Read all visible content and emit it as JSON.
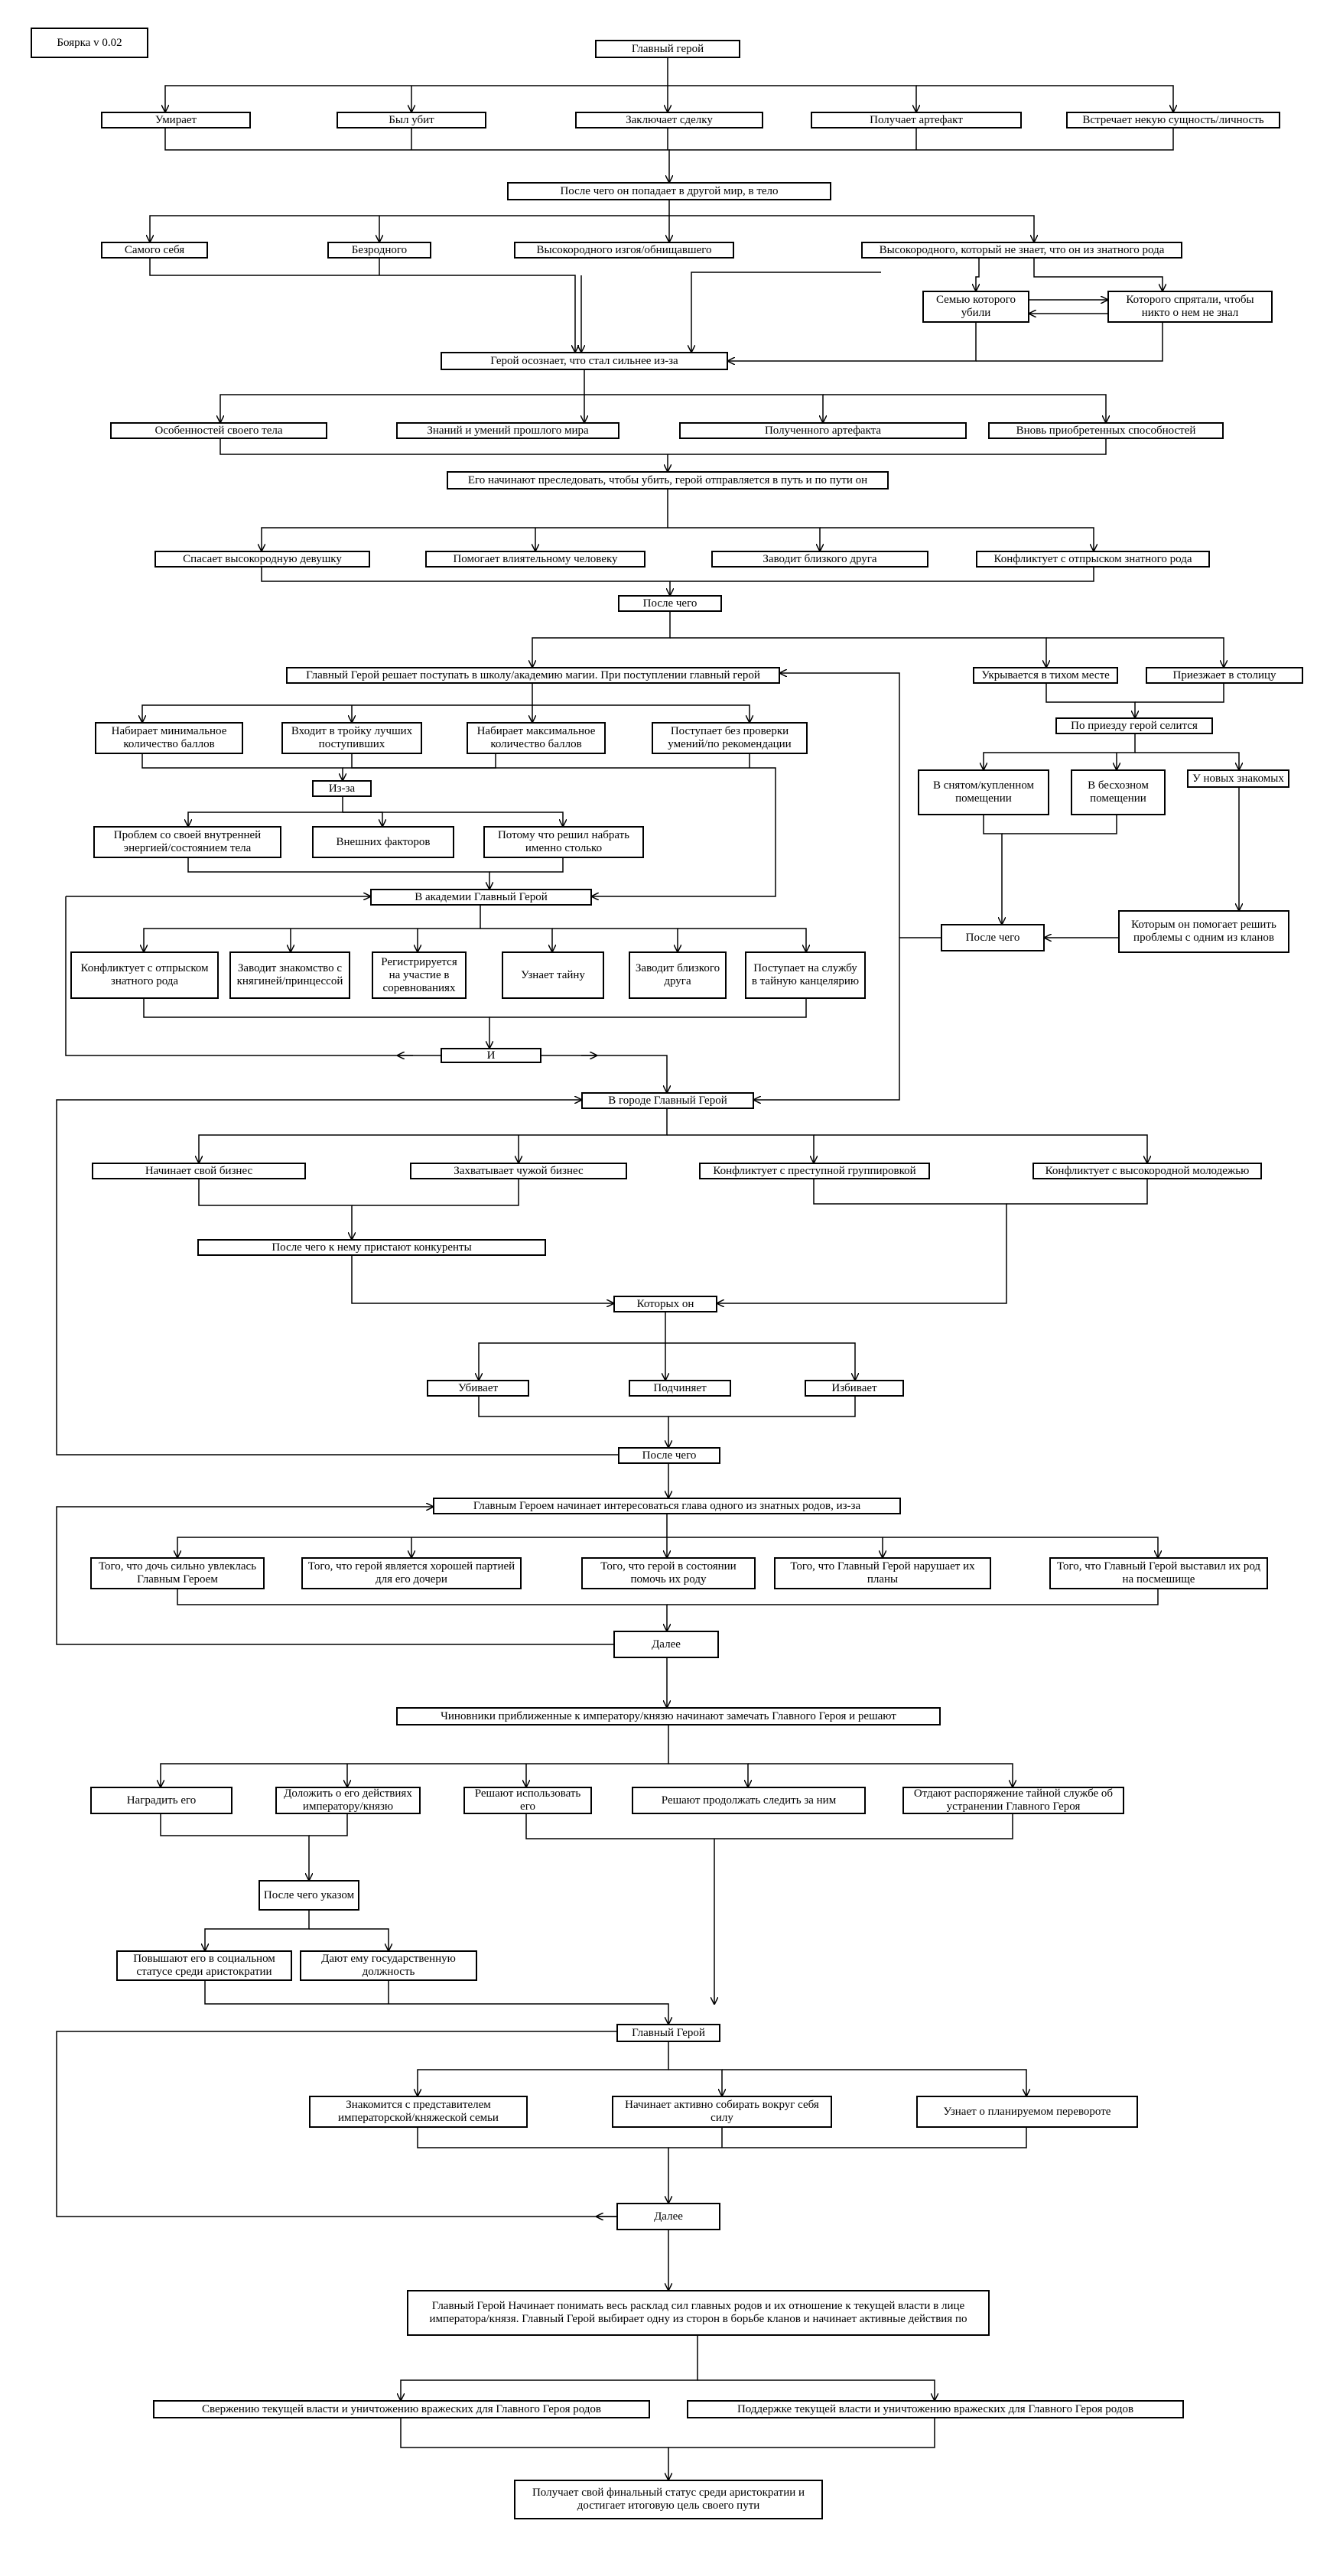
{
  "version": "Боярка v 0.02",
  "nodes": {
    "hero": "Главный герой",
    "dies": "Умирает",
    "killed": "Был убит",
    "deal": "Заключает сделку",
    "artifact_get": "Получает артефакт",
    "entity": "Встречает некую сущность/личность",
    "other_world": "После чего он попадает в другой мир, в тело",
    "self": "Самого себя",
    "rootless": "Безродного",
    "noble_outcast": "Высокородного изгоя/обнищавшего",
    "noble_unaware": "Высокородного, который не знает, что он из знатного рода",
    "family_killed": "Семью которого убили",
    "hidden": "Которого спрятали, чтобы никто о нем не знал",
    "stronger": "Герой осознает, что стал сильнее из-за",
    "body": "Особенностей своего тела",
    "knowledge": "Знаний и умений прошлого мира",
    "artifact_received": "Полученного артефакта",
    "new_abilities": "Вновь приобретенных способностей",
    "pursued": "Его начинают преследовать, чтобы убить, герой отправляется в путь и по пути он",
    "saves_girl": "Спасает высокородную девушку",
    "helps_person": "Помогает влиятельному человеку",
    "makes_friend_1": "Заводит близкого друга",
    "conflict_noble_1": "Конфликтует с отпрыском знатного рода",
    "after_1": "После чего",
    "academy_enroll": "Главный Герой решает поступать в школу/академию магии. При поступлении главный герой",
    "hides_quiet": "Укрывается в тихом месте",
    "arrives_capital": "Приезжает в столицу",
    "arrival_settles": "По приезду герой селится",
    "rented": "В снятом/купленном помещении",
    "free_room": "В бесхозном помещении",
    "new_friends": "У новых знакомых",
    "helps_clan": "Которым он помогает решить проблемы с одним из кланов",
    "after_side": "После чего",
    "min_score": "Набирает минимальное количество баллов",
    "top_three": "Входит в тройку лучших поступивших",
    "max_score": "Набирает максимальное количество баллов",
    "no_check": "Поступает без проверки умений/по рекомендации",
    "because": "Из-за",
    "inner_energy": "Проблем со своей внутренней энергией/состоянием тела",
    "external": "Внешних факторов",
    "chose_score": "Потому что решил набрать именно столько",
    "in_academy": "В академии Главный Герой",
    "conflict_noble_2": "Конфликтует с отпрыском знатного рода",
    "meets_princess": "Заводит знакомство с княгиней/принцессой",
    "registers": "Регистрируется на участие в соревнованиях",
    "learns_secret": "Узнает тайну",
    "makes_friend_2": "Заводит близкого друга",
    "secret_service": "Поступает на службу в тайную канцелярию",
    "and": "И",
    "in_city": "В городе Главный Герой",
    "own_business": "Начинает свой бизнес",
    "seizes_business": "Захватывает чужой бизнес",
    "conflict_gang": "Конфликтует с преступной группировкой",
    "conflict_youth": "Конфликтует с высокородной молодежью",
    "competitors": "После чего к нему пристают конкуренты",
    "whom": "Которых он",
    "kills": "Убивает",
    "subdues": "Подчиняет",
    "beats": "Избивает",
    "after_2": "После чего",
    "head_interest": "Главным Героем начинает интересоваться глава одного из знатных родов, из-за",
    "daughter": "Того, что дочь сильно увлеклась Главным Героем",
    "good_match": "Того, что герой является хорошей партией для его дочери",
    "can_help": "Того, что герой в состоянии помочь их роду",
    "breaks_plans": "Того, что Главный Герой нарушает их планы",
    "ridicule": "Того, что Главный Герой выставил их род на посмешище",
    "further_1": "Далее",
    "officials": "Чиновники приближенные к императору/князю начинают замечать Главного Героя и решают",
    "reward": "Наградить его",
    "report": "Доложить о его действиях императору/князю",
    "use": "Решают использовать его",
    "watch": "Решают продолжать следить за ним",
    "order_eliminate": "Отдают распоряжение тайной службе об устранении Главного Героя",
    "after_decree": "После чего указом",
    "raise_status": "Повышают его в социальном статусе среди аристократии",
    "state_post": "Дают ему государственную должность",
    "hero_2": "Главный Герой",
    "meets_royal": "Знакомится с представителем императорской/княжеской семьи",
    "gathers": "Начинает активно собирать вокруг себя силу",
    "coup": "Узнает о планируемом перевороте",
    "further_2": "Далее",
    "understands": "Главный Герой Начинает понимать весь расклад сил главных родов и их отношение к текущей власти в лице императора/князя. Главный Герой выбирает одну из сторон в борьбе кланов и начинает активные действия по",
    "overthrow": "Свержению текущей власти и уничтожению вражеских для Главного Героя родов",
    "support": "Поддержке текущей власти и уничтожению вражеских для Главного Героя родов",
    "final": "Получает свой финальный статус среди аристократии и достигает итоговую цель своего пути"
  },
  "edges": [
    [
      "hero",
      "dies"
    ],
    [
      "hero",
      "killed"
    ],
    [
      "hero",
      "deal"
    ],
    [
      "hero",
      "artifact_get"
    ],
    [
      "hero",
      "entity"
    ],
    [
      "dies",
      "other_world"
    ],
    [
      "killed",
      "other_world"
    ],
    [
      "deal",
      "other_world"
    ],
    [
      "artifact_get",
      "other_world"
    ],
    [
      "entity",
      "other_world"
    ],
    [
      "other_world",
      "self"
    ],
    [
      "other_world",
      "rootless"
    ],
    [
      "other_world",
      "noble_outcast"
    ],
    [
      "other_world",
      "noble_unaware"
    ],
    [
      "noble_unaware",
      "family_killed"
    ],
    [
      "noble_unaware",
      "hidden"
    ],
    [
      "family_killed",
      "hidden"
    ],
    [
      "hidden",
      "family_killed"
    ],
    [
      "self",
      "stronger"
    ],
    [
      "rootless",
      "stronger"
    ],
    [
      "noble_outcast",
      "stronger"
    ],
    [
      "noble_unaware",
      "stronger"
    ],
    [
      "family_killed",
      "stronger"
    ],
    [
      "hidden",
      "stronger"
    ],
    [
      "stronger",
      "body"
    ],
    [
      "stronger",
      "knowledge"
    ],
    [
      "stronger",
      "artifact_received"
    ],
    [
      "stronger",
      "new_abilities"
    ],
    [
      "body",
      "pursued"
    ],
    [
      "knowledge",
      "pursued"
    ],
    [
      "artifact_received",
      "pursued"
    ],
    [
      "new_abilities",
      "pursued"
    ],
    [
      "pursued",
      "saves_girl"
    ],
    [
      "pursued",
      "helps_person"
    ],
    [
      "pursued",
      "makes_friend_1"
    ],
    [
      "pursued",
      "conflict_noble_1"
    ],
    [
      "saves_girl",
      "after_1"
    ],
    [
      "helps_person",
      "after_1"
    ],
    [
      "makes_friend_1",
      "after_1"
    ],
    [
      "conflict_noble_1",
      "after_1"
    ],
    [
      "after_1",
      "academy_enroll"
    ],
    [
      "after_1",
      "hides_quiet"
    ],
    [
      "after_1",
      "arrives_capital"
    ],
    [
      "hides_quiet",
      "arrival_settles"
    ],
    [
      "arrives_capital",
      "arrival_settles"
    ],
    [
      "arrival_settles",
      "rented"
    ],
    [
      "arrival_settles",
      "free_room"
    ],
    [
      "arrival_settles",
      "new_friends"
    ],
    [
      "new_friends",
      "helps_clan"
    ],
    [
      "rented",
      "after_side"
    ],
    [
      "free_room",
      "after_side"
    ],
    [
      "helps_clan",
      "after_side"
    ],
    [
      "after_side",
      "academy_enroll"
    ],
    [
      "after_side",
      "in_city"
    ],
    [
      "academy_enroll",
      "min_score"
    ],
    [
      "academy_enroll",
      "top_three"
    ],
    [
      "academy_enroll",
      "max_score"
    ],
    [
      "academy_enroll",
      "no_check"
    ],
    [
      "min_score",
      "because"
    ],
    [
      "max_score",
      "because"
    ],
    [
      "because",
      "inner_energy"
    ],
    [
      "because",
      "external"
    ],
    [
      "because",
      "chose_score"
    ],
    [
      "inner_energy",
      "in_academy"
    ],
    [
      "external",
      "in_academy"
    ],
    [
      "chose_score",
      "in_academy"
    ],
    [
      "top_three",
      "in_academy"
    ],
    [
      "no_check",
      "in_academy"
    ],
    [
      "in_academy",
      "conflict_noble_2"
    ],
    [
      "in_academy",
      "meets_princess"
    ],
    [
      "in_academy",
      "registers"
    ],
    [
      "in_academy",
      "learns_secret"
    ],
    [
      "in_academy",
      "makes_friend_2"
    ],
    [
      "in_academy",
      "secret_service"
    ],
    [
      "conflict_noble_2",
      "and"
    ],
    [
      "meets_princess",
      "and"
    ],
    [
      "registers",
      "and"
    ],
    [
      "learns_secret",
      "and"
    ],
    [
      "makes_friend_2",
      "and"
    ],
    [
      "secret_service",
      "and"
    ],
    [
      "and",
      "in_academy"
    ],
    [
      "and",
      "in_city"
    ],
    [
      "in_city",
      "own_business"
    ],
    [
      "in_city",
      "seizes_business"
    ],
    [
      "in_city",
      "conflict_gang"
    ],
    [
      "in_city",
      "conflict_youth"
    ],
    [
      "own_business",
      "competitors"
    ],
    [
      "seizes_business",
      "competitors"
    ],
    [
      "conflict_gang",
      "whom"
    ],
    [
      "conflict_youth",
      "whom"
    ],
    [
      "competitors",
      "whom"
    ],
    [
      "whom",
      "kills"
    ],
    [
      "whom",
      "subdues"
    ],
    [
      "whom",
      "beats"
    ],
    [
      "kills",
      "after_2"
    ],
    [
      "subdues",
      "after_2"
    ],
    [
      "beats",
      "after_2"
    ],
    [
      "after_2",
      "in_city"
    ],
    [
      "after_2",
      "head_interest"
    ],
    [
      "head_interest",
      "daughter"
    ],
    [
      "head_interest",
      "good_match"
    ],
    [
      "head_interest",
      "can_help"
    ],
    [
      "head_interest",
      "breaks_plans"
    ],
    [
      "head_interest",
      "ridicule"
    ],
    [
      "daughter",
      "further_1"
    ],
    [
      "good_match",
      "further_1"
    ],
    [
      "can_help",
      "further_1"
    ],
    [
      "breaks_plans",
      "further_1"
    ],
    [
      "ridicule",
      "further_1"
    ],
    [
      "further_1",
      "head_interest"
    ],
    [
      "further_1",
      "officials"
    ],
    [
      "officials",
      "reward"
    ],
    [
      "officials",
      "report"
    ],
    [
      "officials",
      "use"
    ],
    [
      "officials",
      "watch"
    ],
    [
      "officials",
      "order_eliminate"
    ],
    [
      "reward",
      "after_decree"
    ],
    [
      "report",
      "after_decree"
    ],
    [
      "after_decree",
      "raise_status"
    ],
    [
      "after_decree",
      "state_post"
    ],
    [
      "raise_status",
      "hero_2"
    ],
    [
      "state_post",
      "hero_2"
    ],
    [
      "use",
      "hero_2"
    ],
    [
      "watch",
      "hero_2"
    ],
    [
      "order_eliminate",
      "hero_2"
    ],
    [
      "hero_2",
      "meets_royal"
    ],
    [
      "hero_2",
      "gathers"
    ],
    [
      "hero_2",
      "coup"
    ],
    [
      "meets_royal",
      "further_2"
    ],
    [
      "gathers",
      "further_2"
    ],
    [
      "coup",
      "further_2"
    ],
    [
      "further_2",
      "hero_2"
    ],
    [
      "further_2",
      "understands"
    ],
    [
      "understands",
      "overthrow"
    ],
    [
      "understands",
      "support"
    ],
    [
      "overthrow",
      "final"
    ],
    [
      "support",
      "final"
    ]
  ]
}
